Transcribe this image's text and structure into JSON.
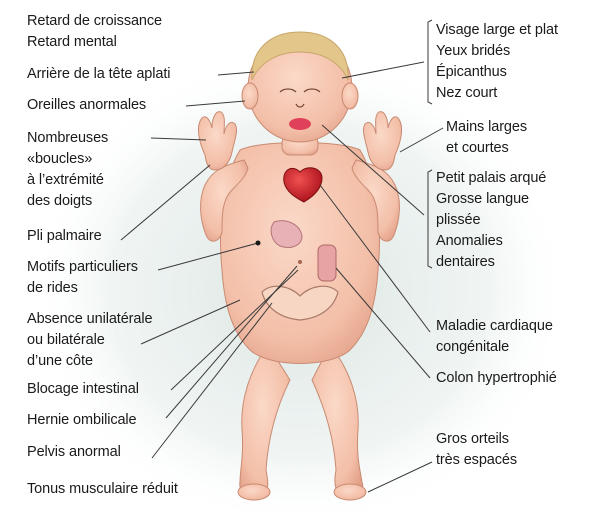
{
  "labels": {
    "retard_croissance": "Retard de croissance",
    "retard_mental": "Retard mental",
    "arriere_tete": "Arrière de la tête aplati",
    "oreilles": "Oreilles anormales",
    "boucles": [
      "Nombreuses",
      "«boucles»",
      "à l’extrémité",
      "des doigts"
    ],
    "pli_palmaire": "Pli palmaire",
    "motifs": [
      "Motifs particuliers",
      "de rides"
    ],
    "absence_cote": [
      "Absence unilatérale",
      "ou bilatérale",
      "d’une côte"
    ],
    "blocage": "Blocage intestinal",
    "hernie": "Hernie ombilicale",
    "pelvis": "Pelvis anormal",
    "tonus": "Tonus musculaire réduit",
    "visage": [
      "Visage large et plat",
      "Yeux bridés",
      "Épicanthus",
      "Nez court"
    ],
    "mains": [
      "Mains larges",
      "et courtes"
    ],
    "palais": [
      "Petit palais arqué",
      "Grosse langue",
      "plissée",
      "Anomalies",
      "dentaires"
    ],
    "maladie_cardiaque": [
      "Maladie cardiaque",
      "congénitale"
    ],
    "colon": "Colon hypertrophié",
    "orteils": [
      "Gros orteils",
      "très espacés"
    ]
  },
  "colors": {
    "skin": "#f6c7b2",
    "skin_shadow": "#e6a48c",
    "hair": "#e3c68a",
    "heart": "#d4202a",
    "leader_line": "#3a3a3a",
    "background_glow": "#d9e4e1"
  }
}
